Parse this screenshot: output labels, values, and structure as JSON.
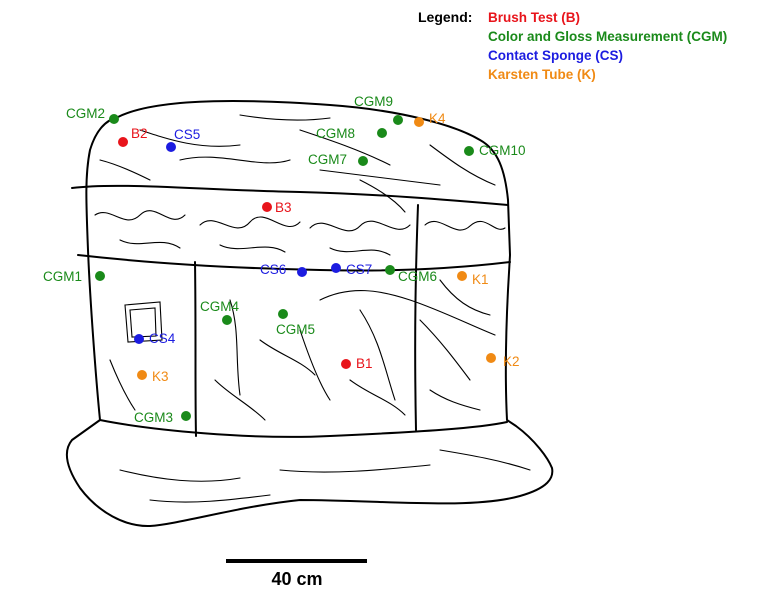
{
  "legend": {
    "title": "Legend:",
    "items": [
      {
        "key": "B",
        "label": "Brush Test (B)",
        "color": "#e8141b"
      },
      {
        "key": "CGM",
        "label": "Color and Gloss Measurement (CGM)",
        "color": "#1a8a1a"
      },
      {
        "key": "CS",
        "label": "Contact Sponge (CS)",
        "color": "#1c1ce0"
      },
      {
        "key": "K",
        "label": "Karsten Tube (K)",
        "color": "#f08a14"
      }
    ]
  },
  "points": [
    {
      "id": "CGM2",
      "label": "CGM2",
      "type": "CGM"
    },
    {
      "id": "B2",
      "label": "B2",
      "type": "B"
    },
    {
      "id": "CS5",
      "label": "CS5",
      "type": "CS"
    },
    {
      "id": "CGM9",
      "label": "CGM9",
      "type": "CGM"
    },
    {
      "id": "K4",
      "label": "K4",
      "type": "K"
    },
    {
      "id": "CGM8",
      "label": "CGM8",
      "type": "CGM"
    },
    {
      "id": "CGM7",
      "label": "CGM7",
      "type": "CGM"
    },
    {
      "id": "CGM10",
      "label": "CGM10",
      "type": "CGM"
    },
    {
      "id": "B3",
      "label": "B3",
      "type": "B"
    },
    {
      "id": "CGM1",
      "label": "CGM1",
      "type": "CGM"
    },
    {
      "id": "CS6",
      "label": "CS6",
      "type": "CS"
    },
    {
      "id": "CS7",
      "label": "CS7",
      "type": "CS"
    },
    {
      "id": "CGM6",
      "label": "CGM6",
      "type": "CGM"
    },
    {
      "id": "K1",
      "label": "K1",
      "type": "K"
    },
    {
      "id": "CGM4",
      "label": "CGM4",
      "type": "CGM"
    },
    {
      "id": "CGM5",
      "label": "CGM5",
      "type": "CGM"
    },
    {
      "id": "CS4",
      "label": "CS4",
      "type": "CS"
    },
    {
      "id": "B1",
      "label": "B1",
      "type": "B"
    },
    {
      "id": "K2",
      "label": "K2",
      "type": "K"
    },
    {
      "id": "K3",
      "label": "K3",
      "type": "K"
    },
    {
      "id": "CGM3",
      "label": "CGM3",
      "type": "CGM"
    }
  ],
  "scale_bar": {
    "label": "40 cm"
  }
}
